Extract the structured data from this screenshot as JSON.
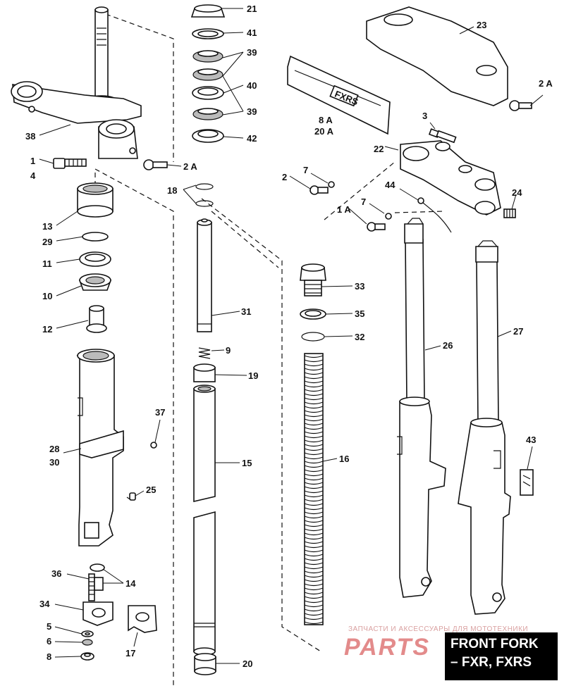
{
  "title": {
    "line1": "FRONT FORK",
    "line2": "– FXR, FXRS"
  },
  "watermark": {
    "text": "ЗАПЧАСТИ И АКСЕССУАРЫ ДЛЯ МОТОТЕХНИКИ",
    "logo": "PARTS"
  },
  "decal_text": "FXRS",
  "callouts": [
    {
      "id": "c21",
      "label": "21"
    },
    {
      "id": "c41",
      "label": "41"
    },
    {
      "id": "c39a",
      "label": "39"
    },
    {
      "id": "c40",
      "label": "40"
    },
    {
      "id": "c39b",
      "label": "39"
    },
    {
      "id": "c42",
      "label": "42"
    },
    {
      "id": "c23",
      "label": "23"
    },
    {
      "id": "c2a1",
      "label": "2 A"
    },
    {
      "id": "c8a",
      "label": "8 A"
    },
    {
      "id": "c20a",
      "label": "20 A"
    },
    {
      "id": "c38",
      "label": "38"
    },
    {
      "id": "c1",
      "label": "1"
    },
    {
      "id": "c4",
      "label": "4"
    },
    {
      "id": "c2a2",
      "label": "2 A"
    },
    {
      "id": "c3",
      "label": "3"
    },
    {
      "id": "c22",
      "label": "22"
    },
    {
      "id": "c7a",
      "label": "7"
    },
    {
      "id": "c2",
      "label": "2"
    },
    {
      "id": "c44",
      "label": "44"
    },
    {
      "id": "c7b",
      "label": "7"
    },
    {
      "id": "c1a",
      "label": "1 A"
    },
    {
      "id": "c24",
      "label": "24"
    },
    {
      "id": "c18",
      "label": "18"
    },
    {
      "id": "c13",
      "label": "13"
    },
    {
      "id": "c29",
      "label": "29"
    },
    {
      "id": "c11",
      "label": "11"
    },
    {
      "id": "c10",
      "label": "10"
    },
    {
      "id": "c12",
      "label": "12"
    },
    {
      "id": "c31",
      "label": "31"
    },
    {
      "id": "c9",
      "label": "9"
    },
    {
      "id": "c19",
      "label": "19"
    },
    {
      "id": "c33",
      "label": "33"
    },
    {
      "id": "c35",
      "label": "35"
    },
    {
      "id": "c32",
      "label": "32"
    },
    {
      "id": "c26",
      "label": "26"
    },
    {
      "id": "c27",
      "label": "27"
    },
    {
      "id": "c37",
      "label": "37"
    },
    {
      "id": "c28",
      "label": "28"
    },
    {
      "id": "c30",
      "label": "30"
    },
    {
      "id": "c15",
      "label": "15"
    },
    {
      "id": "c16",
      "label": "16"
    },
    {
      "id": "c43",
      "label": "43"
    },
    {
      "id": "c25",
      "label": "25"
    },
    {
      "id": "c36",
      "label": "36"
    },
    {
      "id": "c14",
      "label": "14"
    },
    {
      "id": "c34",
      "label": "34"
    },
    {
      "id": "c5",
      "label": "5"
    },
    {
      "id": "c6",
      "label": "6"
    },
    {
      "id": "c8",
      "label": "8"
    },
    {
      "id": "c17",
      "label": "17"
    },
    {
      "id": "c20",
      "label": "20"
    }
  ]
}
